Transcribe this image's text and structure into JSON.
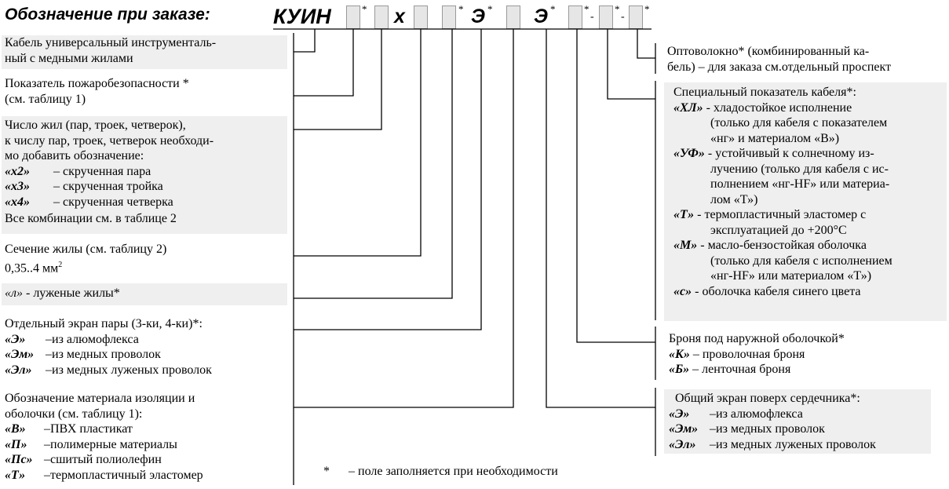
{
  "header": {
    "title": "Обозначение при заказе:",
    "prefix": "КУИН",
    "sep_x": "х",
    "letter_e": "Э",
    "star": "*",
    "dash": "-"
  },
  "left": {
    "cable": {
      "text": "Кабель универсальный инструменталь-ный с медными жилами",
      "line1": "Кабель универсальный инструменталь-",
      "line2": "ный с медными жилами"
    },
    "fire": {
      "line1": "Показатель пожаробезопасности *",
      "line2": "(см. таблицу 1)"
    },
    "cores": {
      "line1": "Число  жил (пар, троек, четверок),",
      "line2": "к числу пар, троек, четверок необходи-",
      "line3": "мо добавить обозначение:",
      "items": [
        {
          "code": "«х2»",
          "desc": "– скрученная пара"
        },
        {
          "code": "«х3»",
          "desc": "– скрученная тройка"
        },
        {
          "code": "«х4»",
          "desc": "– скрученная четверка"
        }
      ],
      "footer": "Все комбинации см. в таблице 2"
    },
    "section": {
      "line1": "Сечение жилы (см. таблицу 2)",
      "line2": "0,35..4 мм",
      "sup": "2"
    },
    "tinned": {
      "code": "«л»",
      "desc": " - луженые жилы*"
    },
    "pair_screen": {
      "line1": "Отдельный экран пары (3-ки, 4-ки)*:",
      "items": [
        {
          "code": "«Э»",
          "desc": "–из алюмофлекса"
        },
        {
          "code": "«Эм»",
          "desc": "–из медных проволок"
        },
        {
          "code": "«Эл»",
          "desc": "–из медных луженых проволок"
        }
      ]
    },
    "material": {
      "line1": "Обозначение материала изоляции и",
      "line2": "оболочки (см. таблицу 1):",
      "items": [
        {
          "code": "«В»",
          "desc": "–ПВХ пластикат"
        },
        {
          "code": "«П»",
          "desc": "–полимерные материалы"
        },
        {
          "code": "«Пс»",
          "desc": "–сшитый полиолефин"
        },
        {
          "code": "«Т»",
          "desc": "–термопластичный эластомер"
        }
      ]
    }
  },
  "right": {
    "fiber": {
      "line1": "Оптоволокно* (комбинированный ка-",
      "line2": "бель) – для заказа см.отдельный проспект"
    },
    "special": {
      "title": "Специальный показатель кабеля*:",
      "items": [
        {
          "code": "«ХЛ»",
          "desc": " - хладостойкое исполнение",
          "sub": [
            "(только для кабеля с показателем",
            "«нг» и материалом «В»)"
          ]
        },
        {
          "code": "«УФ»",
          "desc": " - устойчивый к солнечному из-",
          "sub": [
            "лучению (только для кабеля с ис-",
            "полнением «нг-HF»  или материа-",
            "лом «Т»)"
          ]
        },
        {
          "code": "«Т»",
          "desc": " - термопластичный эластомер с",
          "sub": [
            "эксплуатацией до +200°С"
          ]
        },
        {
          "code": "«М»",
          "desc": " - масло-бензостойкая оболочка",
          "sub": [
            "(только для кабеля с исполнением",
            "«нг-HF»  или материалом «Т»)"
          ]
        },
        {
          "code": "«с»",
          "desc": " - оболочка кабеля синего цвета",
          "sub": []
        }
      ]
    },
    "armor": {
      "title": "Броня под наружной оболочкой*",
      "items": [
        {
          "code": "«К»",
          "desc": " – проволочная броня"
        },
        {
          "code": "«Б»",
          "desc": " – ленточная броня"
        }
      ]
    },
    "common_screen": {
      "title": "Общий экран поверх сердечника*:",
      "items": [
        {
          "code": "«Э»",
          "desc": "–из алюмофлекса"
        },
        {
          "code": "«Эм»",
          "desc": "–из медных проволок"
        },
        {
          "code": "«Эл»",
          "desc": "–из медных луженых проволок"
        }
      ]
    }
  },
  "footnote": {
    "symbol": "*",
    "text": "– поле заполняется при необходимости"
  }
}
